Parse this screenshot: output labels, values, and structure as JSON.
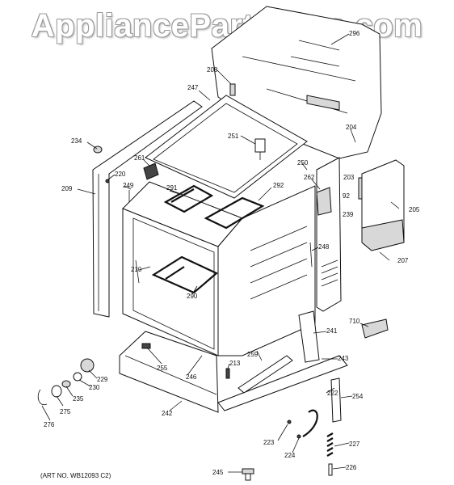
{
  "watermark": "AppliancePartsPros.com",
  "art_number": "(ART NO. WB12093 C2)",
  "labels": [
    "296",
    "208",
    "247",
    "204",
    "234",
    "251",
    "261",
    "250",
    "220",
    "262",
    "203",
    "291",
    "292",
    "209",
    "249",
    "92",
    "205",
    "239",
    "248",
    "207",
    "210",
    "290",
    "710",
    "241",
    "243",
    "259",
    "255",
    "213",
    "222",
    "254",
    "229",
    "246",
    "230",
    "235",
    "242",
    "275",
    "276",
    "223",
    "224",
    "227",
    "245",
    "226"
  ]
}
